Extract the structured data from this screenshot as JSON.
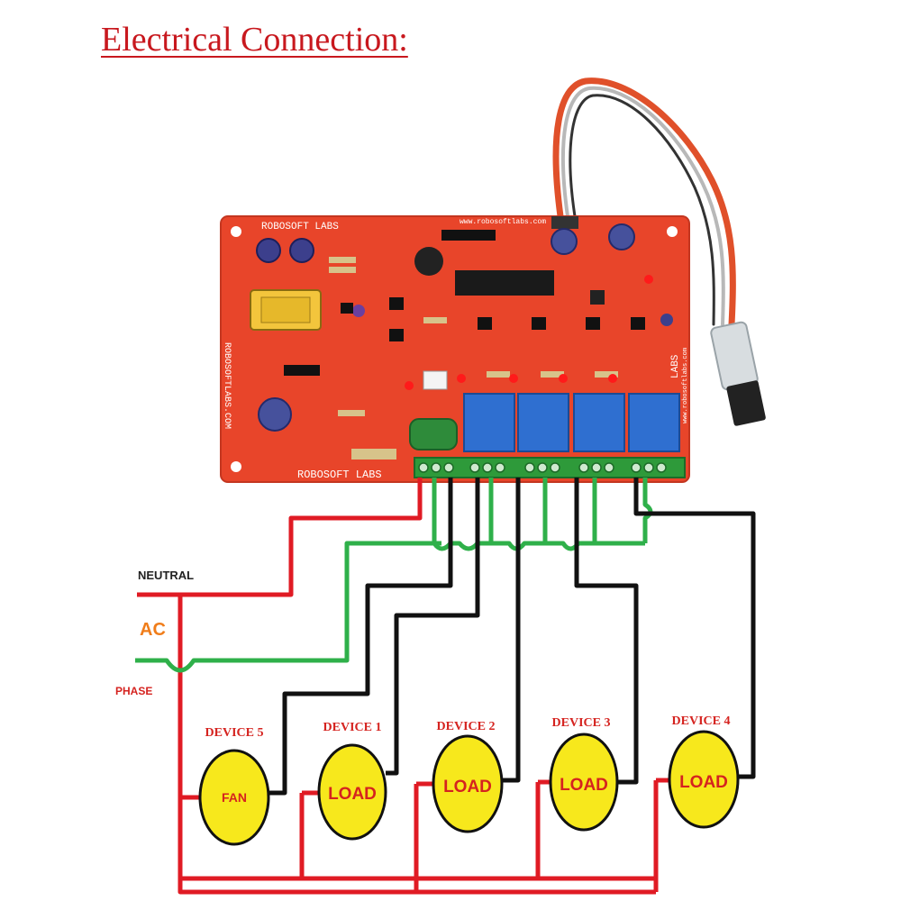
{
  "title": "Electrical Connection:",
  "board": {
    "brand_top": "ROBOSOFT LABS",
    "brand_bottom": "ROBOSOFT LABS",
    "website": "www.robosoftlabs.com",
    "side_left": "ROBOSOFTLABS.COM",
    "side_right": "LABS",
    "side_right_url": "www.robosoftlabs.com"
  },
  "ac_source": {
    "neutral": "NEUTRAL",
    "ac": "AC",
    "phase": "PHASE"
  },
  "devices": [
    {
      "label": "DEVICE 5",
      "load": "FAN"
    },
    {
      "label": "DEVICE 1",
      "load": "LOAD"
    },
    {
      "label": "DEVICE 2",
      "load": "LOAD"
    },
    {
      "label": "DEVICE 3",
      "load": "LOAD"
    },
    {
      "label": "DEVICE 4",
      "load": "LOAD"
    }
  ],
  "colors": {
    "title": "#c8181e",
    "neutral_wire": "#e01b24",
    "phase_wire": "#2fb04a",
    "load_wire": "#111111",
    "pcb": "#e8452a",
    "relay": "#2f6fd0",
    "load_fill": "#f7e81c",
    "terminal": "#2e9a3a",
    "ac_label": "#f07d1a",
    "device_label": "#d5231f"
  }
}
